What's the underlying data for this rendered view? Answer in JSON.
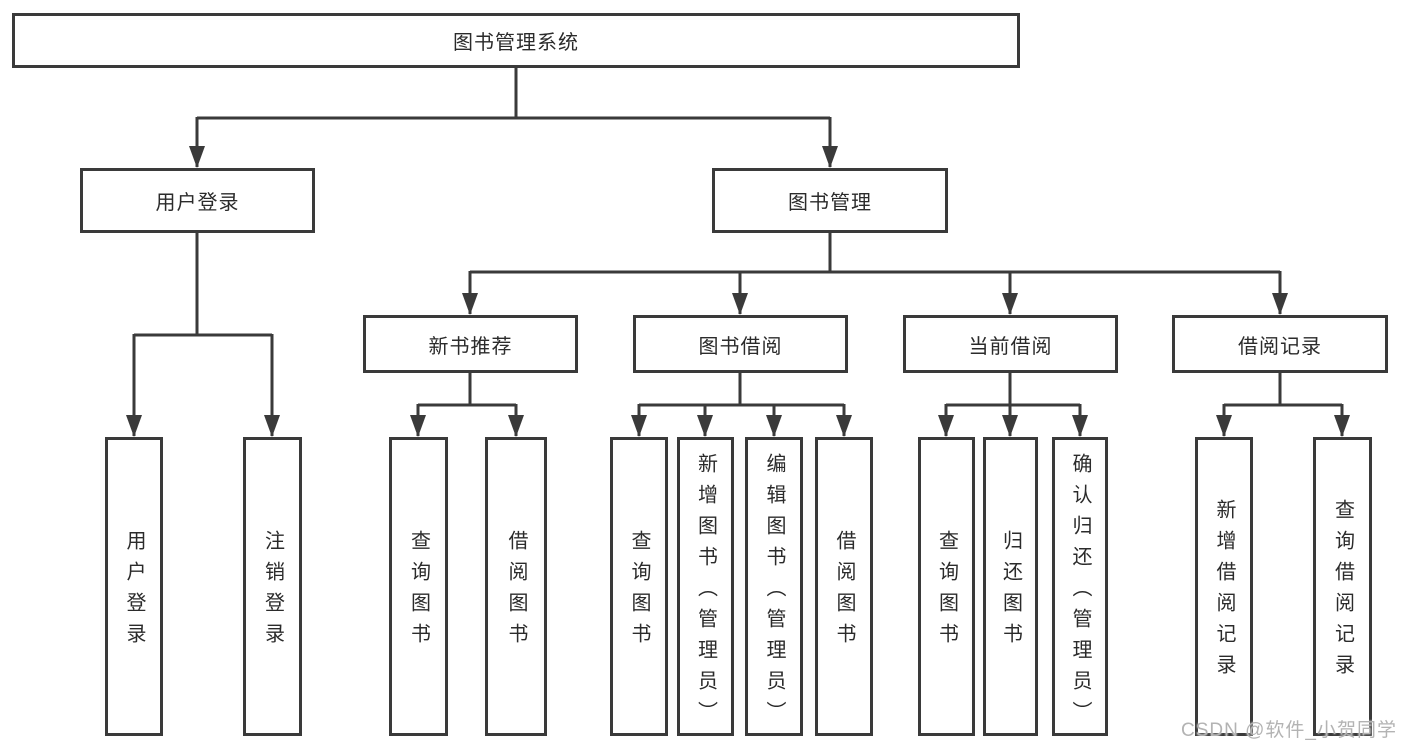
{
  "diagram": {
    "root": "图书管理系统",
    "user_login_branch": {
      "title": "用户登录",
      "children": [
        "用户登录",
        "注销登录"
      ]
    },
    "book_mgmt_branch": {
      "title": "图书管理",
      "sections": [
        {
          "title": "新书推荐",
          "children": [
            "查询图书",
            "借阅图书"
          ]
        },
        {
          "title": "图书借阅",
          "children": [
            "查询图书",
            "新增图书（管理员）",
            "编辑图书（管理员）",
            "借阅图书"
          ]
        },
        {
          "title": "当前借阅",
          "children": [
            "查询图书",
            "归还图书",
            "确认归还（管理员）"
          ]
        },
        {
          "title": "借阅记录",
          "children": [
            "新增借阅记录",
            "查询借阅记录"
          ]
        }
      ]
    }
  },
  "watermark": "CSDN @软件_小贺同学",
  "colors": {
    "line": "#3a3a3a",
    "text": "#2b2b2b",
    "watermark": "#b3b3b3",
    "background": "#ffffff"
  }
}
